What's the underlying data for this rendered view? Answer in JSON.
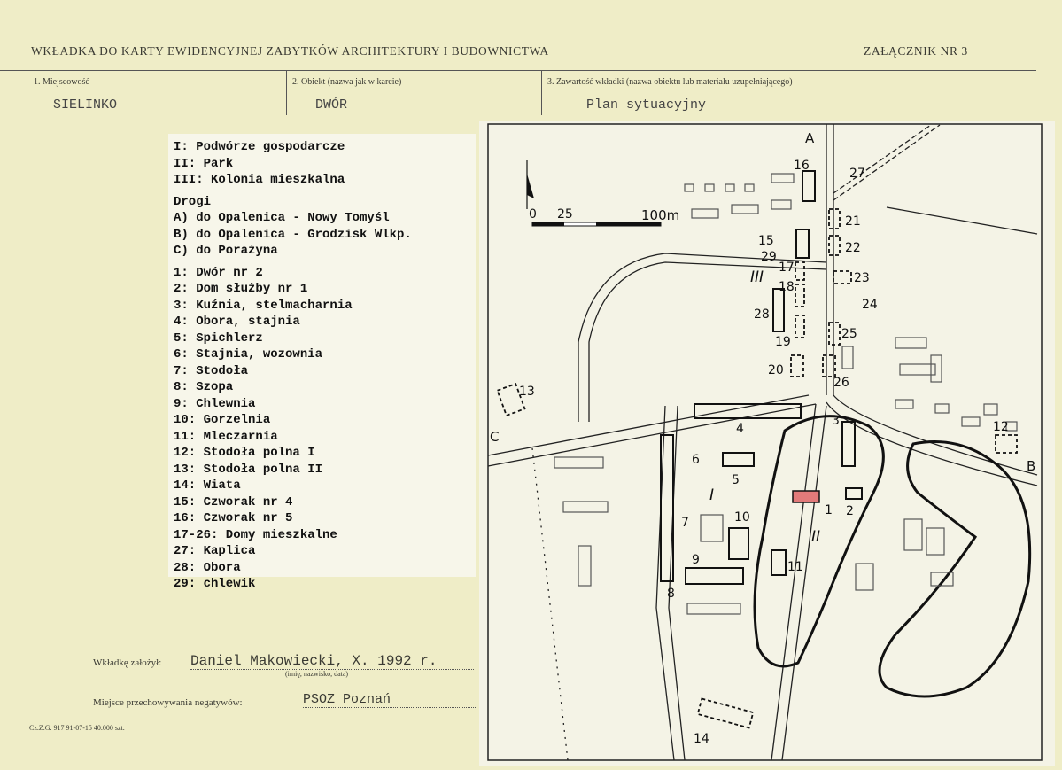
{
  "header": {
    "title": "WKŁADKA DO KARTY EWIDENCYJNEJ ZABYTKÓW ARCHITEKTURY I BUDOWNICTWA",
    "attachment": "ZAŁĄCZNIK NR 3"
  },
  "fields": {
    "f1_label": "1. Miejscowość",
    "f1_value": "SIELINKO",
    "f2_label": "2. Obiekt (nazwa jak w karcie)",
    "f2_value": "DWÓR",
    "f3_label": "3. Zawartość wkładki (nazwa obiektu lub materiału uzupełniającego)",
    "f3_value": "Plan sytuacyjny"
  },
  "legend": {
    "areas": [
      "I: Podwórze gospodarcze",
      "II: Park",
      "III: Kolonia mieszkalna"
    ],
    "roads_title": "Drogi",
    "roads": [
      "A) do Opalenica - Nowy Tomyśl",
      "B) do Opalenica - Grodzisk Wlkp.",
      "C) do Porażyna"
    ],
    "items": [
      "1: Dwór nr 2",
      "2: Dom służby nr 1",
      "3: Kuźnia, stelmacharnia",
      "4: Obora, stajnia",
      "5: Spichlerz",
      "6: Stajnia, wozownia",
      "7: Stodoła",
      "8: Szopa",
      "9: Chlewnia",
      "10: Gorzelnia",
      "11: Mleczarnia",
      "12: Stodoła polna I",
      "13: Stodoła polna II",
      "14: Wiata",
      "15: Czworak nr 4",
      "16: Czworak nr 5",
      "17-26: Domy mieszkalne",
      "27: Kaplica",
      "28: Obora",
      "29: chlewik"
    ]
  },
  "footer": {
    "author_label": "Wkładkę założył:",
    "author_value": "Daniel Makowiecki, X. 1992 r.",
    "author_hint": "(imię, nazwisko, data)",
    "storage_label": "Miejsce przechowywania negatywów:",
    "storage_value": "PSOZ Poznań",
    "print_code": "Cz.Z.G. 917 91-07-15 40.000 szt."
  },
  "map": {
    "scale_labels": [
      "0",
      "25",
      "100m"
    ],
    "road_labels": [
      "A",
      "B",
      "C"
    ],
    "area_labels": [
      "I",
      "II",
      "III"
    ],
    "building_numbers": [
      "1",
      "2",
      "3",
      "4",
      "5",
      "6",
      "7",
      "8",
      "9",
      "10",
      "11",
      "12",
      "13",
      "14",
      "15",
      "16",
      "17",
      "18",
      "19",
      "20",
      "21",
      "22",
      "23",
      "24",
      "25",
      "26",
      "27",
      "28",
      "29"
    ],
    "highlight_color": "#e27a7a"
  }
}
